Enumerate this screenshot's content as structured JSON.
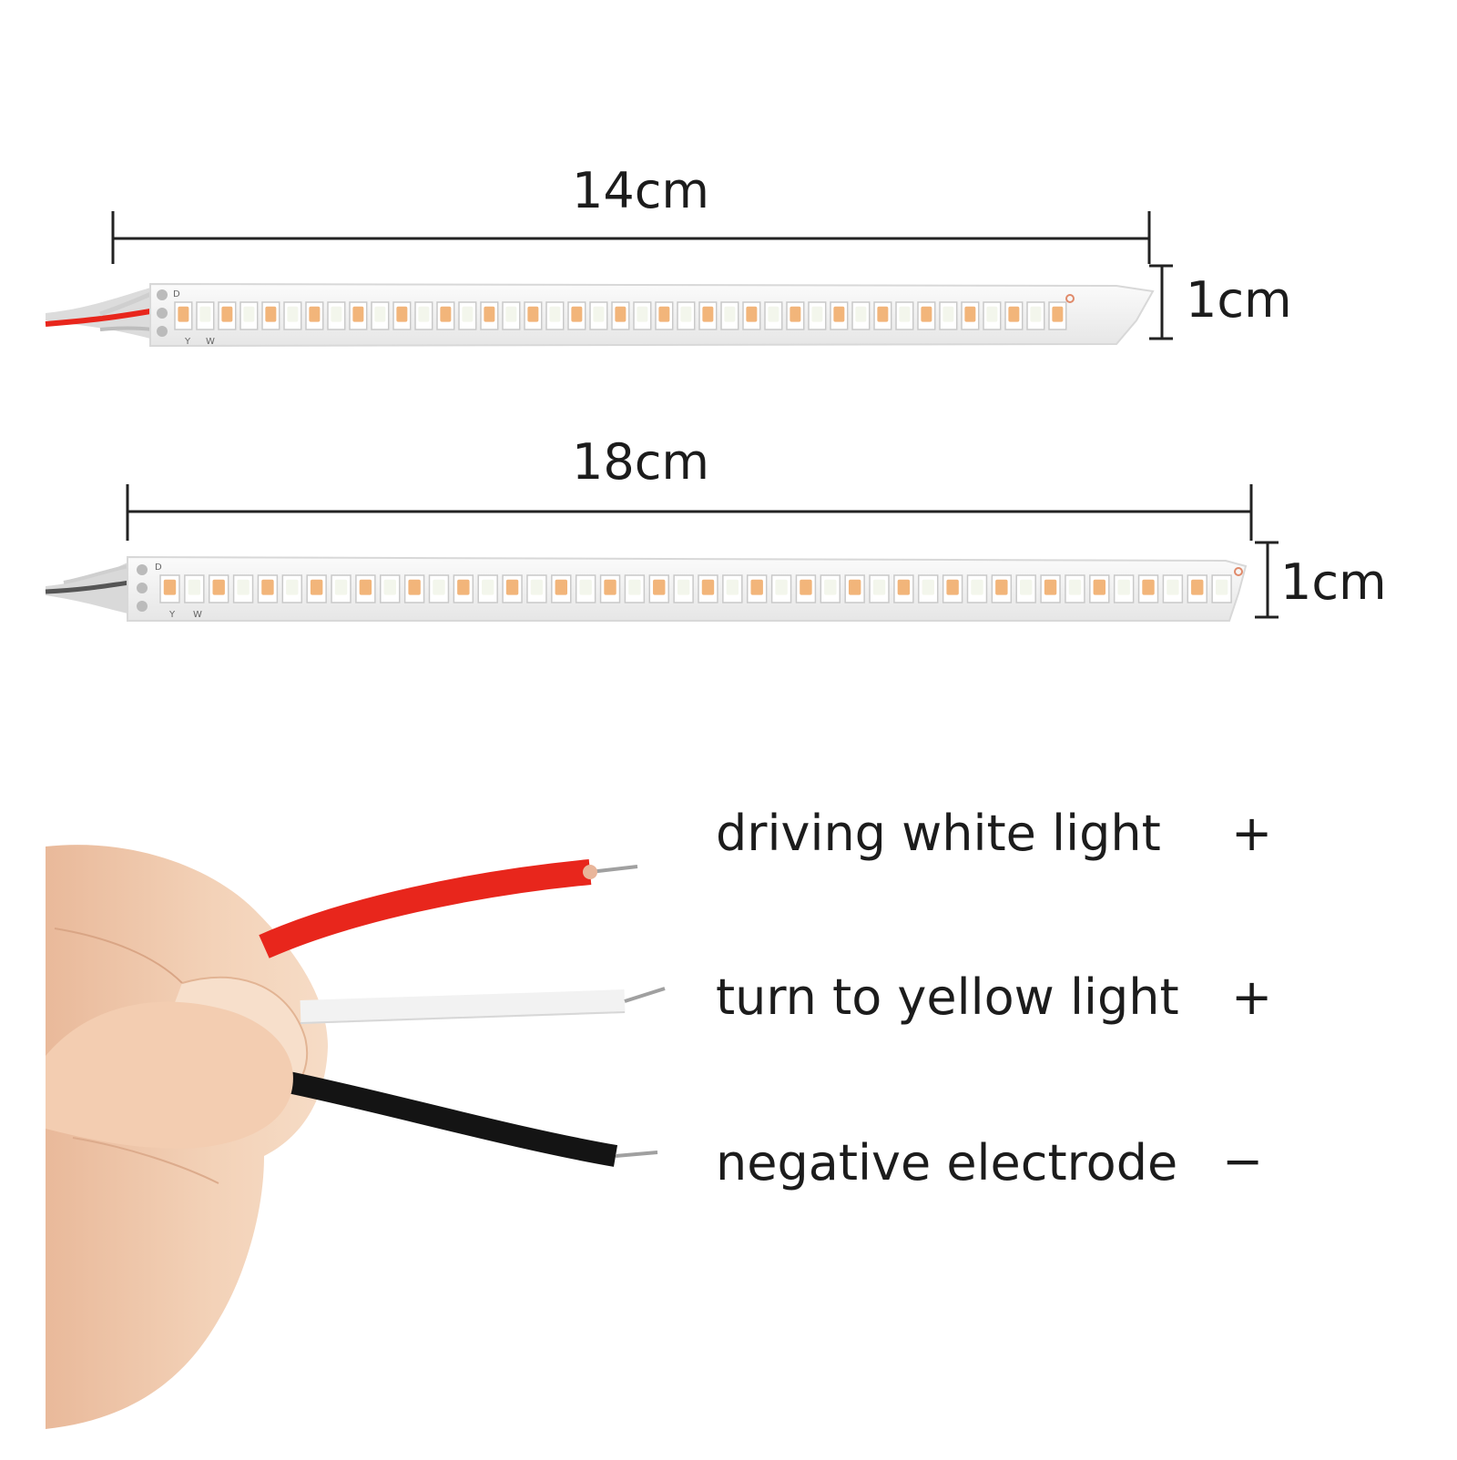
{
  "strips": [
    {
      "length_label": "14cm",
      "width_label": "1cm",
      "led_count": 41
    },
    {
      "length_label": "18cm",
      "width_label": "1cm",
      "led_count": 44
    }
  ],
  "pcb_marks": [
    "D",
    "Y",
    "W"
  ],
  "wires": [
    {
      "label": "driving white light",
      "sign": "+",
      "color": "#e8261c"
    },
    {
      "label": "turn to yellow light",
      "sign": "+",
      "color": "#f2f2f2"
    },
    {
      "label": "negative electrode",
      "sign": "−",
      "color": "#141414"
    }
  ],
  "colors": {
    "led_warm": "#f2b57a",
    "led_cool": "#f3f6ec",
    "pcb": "#f4f4f4",
    "skin": "#eec7a8"
  }
}
